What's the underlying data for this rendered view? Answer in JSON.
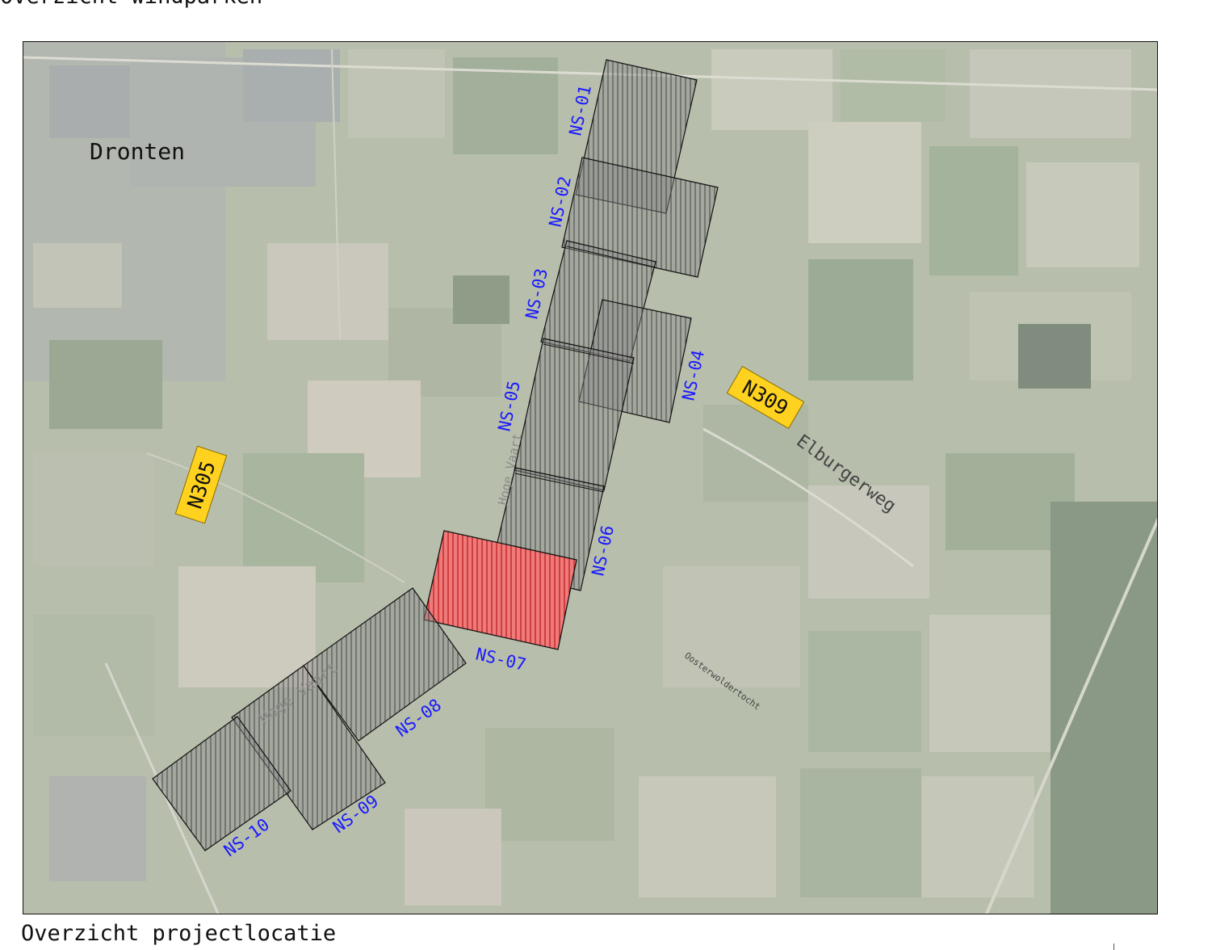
{
  "header": {
    "title": "Overzicht windparken"
  },
  "footer": {
    "title": "Overzicht projectlocatie"
  },
  "map": {
    "place_label": "Dronten",
    "roads": [
      {
        "id": "N305",
        "label": "N305"
      },
      {
        "id": "N309",
        "label": "N309"
      }
    ],
    "street_labels": {
      "elburgerweg": "Elburgerweg",
      "hoge_vaart_1": "Hoge Vaart",
      "hoge_vaart_2": "Hoge Vaart",
      "oosterwoldertocht": "Oosterwoldertocht"
    },
    "parcels": [
      {
        "label": "NS-01",
        "highlighted": false
      },
      {
        "label": "NS-02",
        "highlighted": false
      },
      {
        "label": "NS-03",
        "highlighted": false
      },
      {
        "label": "NS-04",
        "highlighted": false
      },
      {
        "label": "NS-05",
        "highlighted": false
      },
      {
        "label": "NS-06",
        "highlighted": false
      },
      {
        "label": "NS-07",
        "highlighted": true
      },
      {
        "label": "NS-08",
        "highlighted": false
      },
      {
        "label": "NS-09",
        "highlighted": false
      },
      {
        "label": "NS-10",
        "highlighted": false
      }
    ],
    "colors": {
      "parcel_label": "#1a1aff",
      "road_badge": "#ffd21f",
      "highlight": "#e8343c",
      "hatch": "#444444"
    }
  }
}
